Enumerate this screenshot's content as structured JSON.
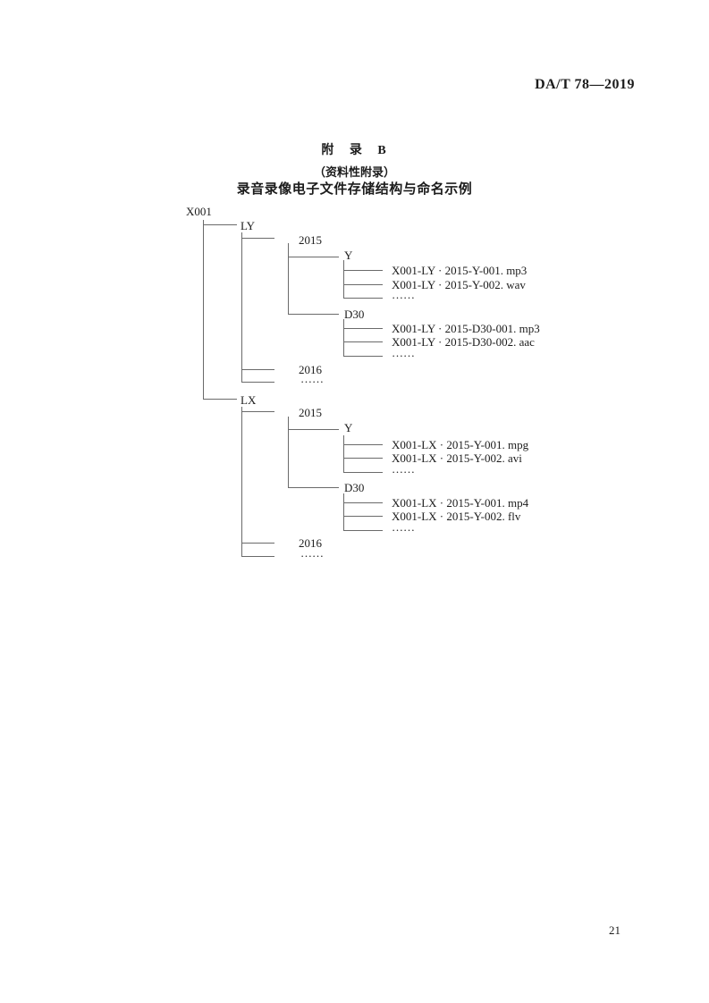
{
  "header": {
    "standard_number": "DA/T 78—2019"
  },
  "appendix": {
    "title": "附 录 B",
    "subtitle": "（资料性附录）",
    "heading": "录音录像电子文件存储结构与命名示例"
  },
  "tree": {
    "root_label": "X001",
    "branches": {
      "ly": {
        "label": "LY",
        "year2015": "2015",
        "y": {
          "label": "Y",
          "files": [
            "X001-LY · 2015-Y-001. mp3",
            "X001-LY · 2015-Y-002. wav",
            "……"
          ]
        },
        "d30": {
          "label": "D30",
          "files": [
            "X001-LY · 2015-D30-001. mp3",
            "X001-LY · 2015-D30-002. aac",
            "……"
          ]
        },
        "year2016": "2016",
        "ellipsis": "……"
      },
      "lx": {
        "label": "LX",
        "year2015": "2015",
        "y": {
          "label": "Y",
          "files": [
            "X001-LX · 2015-Y-001. mpg",
            "X001-LX · 2015-Y-002. avi",
            "……"
          ]
        },
        "d30": {
          "label": "D30",
          "files": [
            "X001-LX · 2015-Y-001. mp4",
            "X001-LX · 2015-Y-002. flv",
            "……"
          ]
        },
        "year2016": "2016",
        "ellipsis": "……"
      }
    }
  },
  "footer": {
    "page_number": "21"
  },
  "colors": {
    "background": "#ffffff",
    "text": "#1c1c1c",
    "tree_line": "#6a6a6a"
  }
}
